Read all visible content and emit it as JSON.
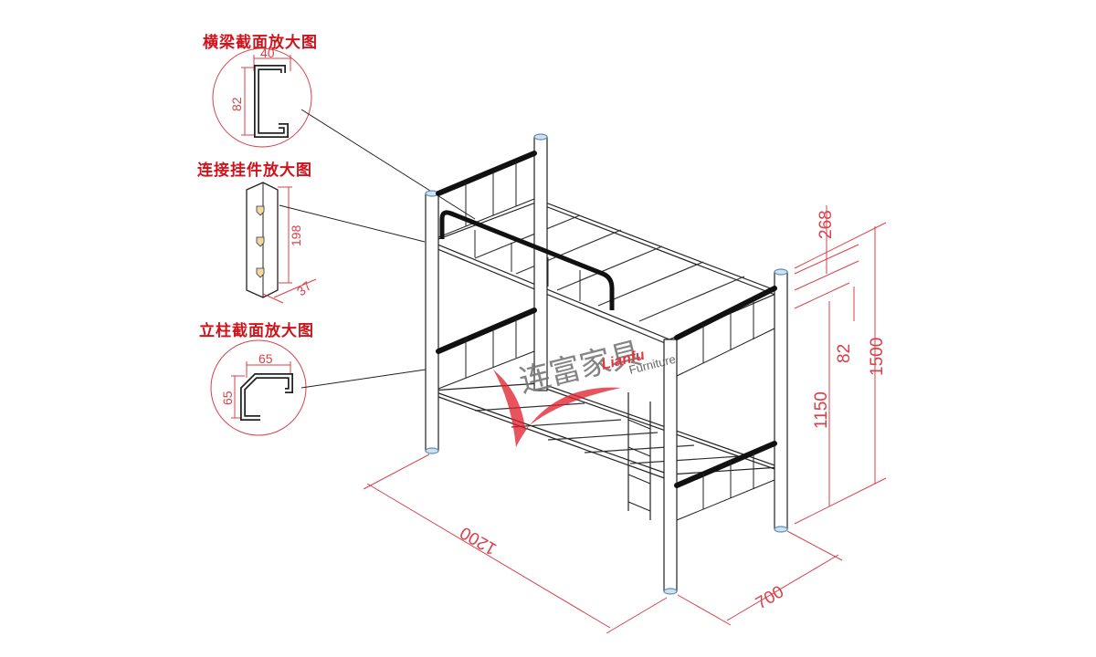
{
  "titles": {
    "beam_section": "横梁截面放大图",
    "hanger_part": "连接挂件放大图",
    "post_section": "立柱截面放大图"
  },
  "beam_section": {
    "width": "40",
    "height": "82"
  },
  "hanger_part": {
    "length": "198",
    "width": "37"
  },
  "post_section": {
    "width": "65",
    "height": "65"
  },
  "bed_dimensions": {
    "length": "1200",
    "width": "700",
    "total_height": "1500",
    "lower_height": "1150",
    "upper_guard": "268",
    "upper_gap": "82"
  },
  "watermark": {
    "cn": "连富家具",
    "en": "Lianfu",
    "en2": "Furniture"
  },
  "colors": {
    "dimension": "#d8404a",
    "title": "#d0121b",
    "frame": "#222222",
    "cap": "#8fb6d8"
  }
}
